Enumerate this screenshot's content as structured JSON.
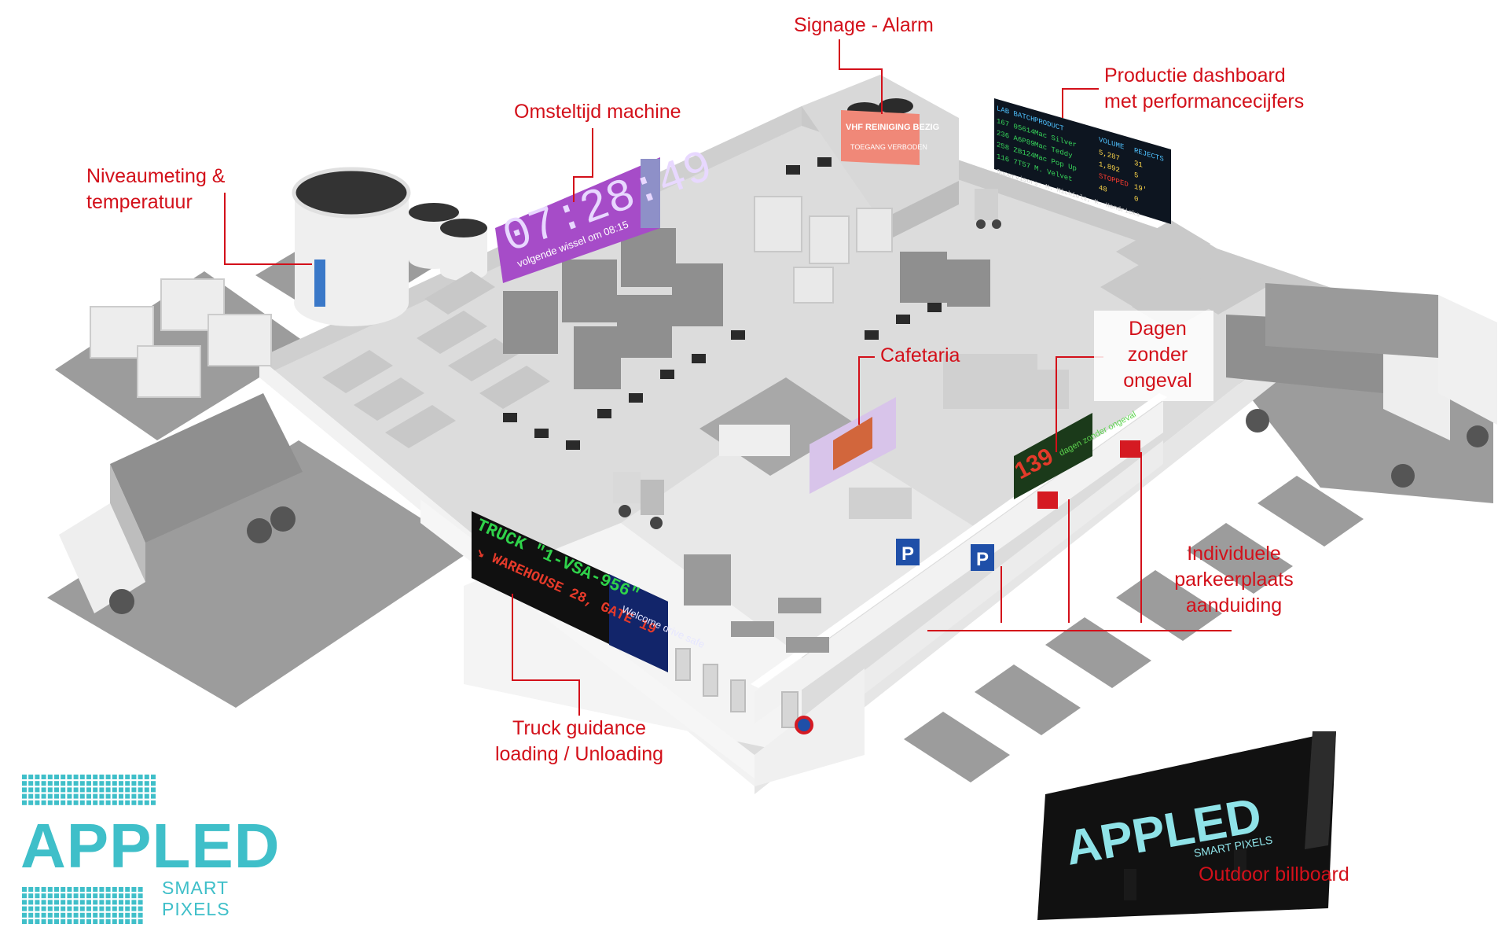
{
  "callouts": {
    "signage_alarm": "Signage - Alarm",
    "productie_dashboard": "Productie dashboard\nmet performancecijfers",
    "omsteltijd": "Omsteltijd machine",
    "niveaumeting": "Niveaumeting &\ntemperatuur",
    "cafetaria": "Cafetaria",
    "dagen_zonder_ongeval": "Dagen\nzonder\nongeval",
    "parkeerplaats": "Individuele\nparkeerplaats\naanduiding",
    "truck_guidance": "Truck guidance\nloading / Unloading",
    "outdoor_billboard": "Outdoor billboard"
  },
  "screens": {
    "omsteltijd_clock": "07:28:49",
    "omsteltijd_sub": "volgende wissel om 08:15",
    "truck_line1": "TRUCK \"1-VSA-956\"",
    "truck_line2": "↘ WAREHOUSE 28, GATE 19",
    "truck_welcome": "Welcome\ndrive safe",
    "dagen_count": "139",
    "dagen_text": "dagen\nzonder ongeval",
    "alarm_text": "VHF REINIGING BEZIG",
    "alarm_sub": "TOEGANG VERBODEN",
    "parking_letter": "P"
  },
  "dashboard": {
    "headers": [
      "LAB BATCH",
      "PRODUCT",
      "VOLUME",
      "REJECTS"
    ],
    "rows": [
      [
        "167 05614",
        "Mac Silver",
        "5,287",
        "31"
      ],
      [
        "236 A6P89",
        "Mac Teddy",
        "1,892",
        "5"
      ],
      [
        "258 ZB124",
        "Mac Pop Up",
        "STOPPED",
        "19'"
      ],
      [
        "116 7T57",
        "M. Velvet",
        "48",
        "0"
      ]
    ],
    "footer": "Supervisors: M. Michiels, K. Hendricks"
  },
  "logo": {
    "word": "APPLED",
    "sub": "SMART PIXELS"
  },
  "colors": {
    "callout": "#d3101a",
    "logo_teal": "#3fbfc9",
    "floor": "#dcdcdc",
    "wall": "#efefef",
    "machine": "#8f8f8f",
    "ground": "#9c9c9c"
  }
}
